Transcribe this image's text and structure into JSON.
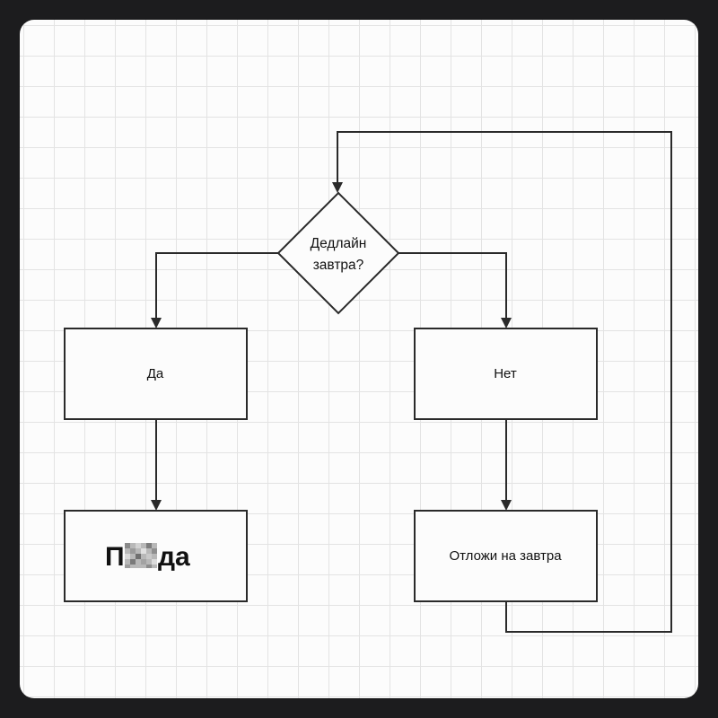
{
  "decision": {
    "line1": "Дедлайн",
    "line2": "завтра?"
  },
  "yes_box": {
    "label": "Да"
  },
  "no_box": {
    "label": "Нет"
  },
  "result_yes": {
    "prefix": "П",
    "suffix": "да",
    "censored": true
  },
  "result_no": {
    "label": "Отложи на завтра"
  },
  "colors": {
    "outer": "#1c1c1e",
    "paper": "#fcfcfc",
    "grid": "#e3e3e3",
    "stroke": "#2a2a2a"
  }
}
